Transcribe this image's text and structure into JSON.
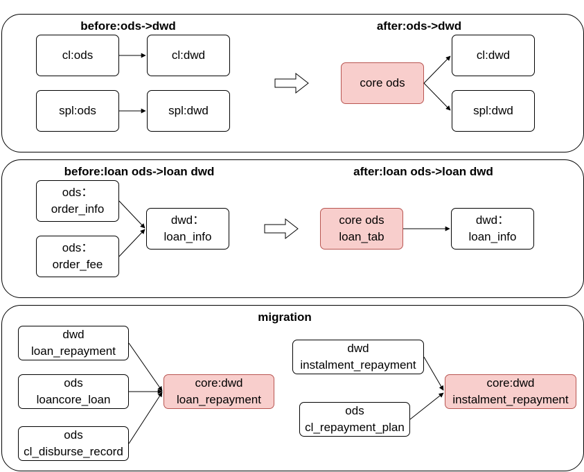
{
  "panel1": {
    "before_title": "before:ods->dwd",
    "after_title": "after:ods->dwd",
    "cl_ods": "cl:ods",
    "cl_dwd": "cl:dwd",
    "spl_ods": "spl:ods",
    "spl_dwd": "spl:dwd",
    "core_ods": "core ods",
    "after_cl_dwd": "cl:dwd",
    "after_spl_dwd": "spl:dwd"
  },
  "panel2": {
    "before_title": "before:loan ods->loan dwd",
    "after_title": "after:loan ods->loan dwd",
    "order_info": [
      "ods：",
      "order_info"
    ],
    "order_fee": [
      "ods：",
      "order_fee"
    ],
    "loan_info": [
      "dwd：",
      "loan_info"
    ],
    "core_loan_tab": [
      "core ods",
      "loan_tab"
    ],
    "after_loan_info": [
      "dwd：",
      "loan_info"
    ]
  },
  "panel3": {
    "title": "migration",
    "dwd_loan_repayment": [
      "dwd",
      "loan_repayment"
    ],
    "ods_loancore_loan": [
      "ods",
      "loancore_loan"
    ],
    "ods_cl_disburse_record": [
      "ods",
      "cl_disburse_record"
    ],
    "core_dwd_loan_repayment": [
      "core:dwd",
      "loan_repayment"
    ],
    "dwd_instalment_repayment": [
      "dwd",
      "instalment_repayment"
    ],
    "ods_cl_repayment_plan": [
      "ods",
      "cl_repayment_plan"
    ],
    "core_dwd_instalment_repayment": [
      "core:dwd",
      "instalment_repayment"
    ]
  },
  "colors": {
    "core_fill": "#f8cecc",
    "core_stroke": "#b85450"
  }
}
